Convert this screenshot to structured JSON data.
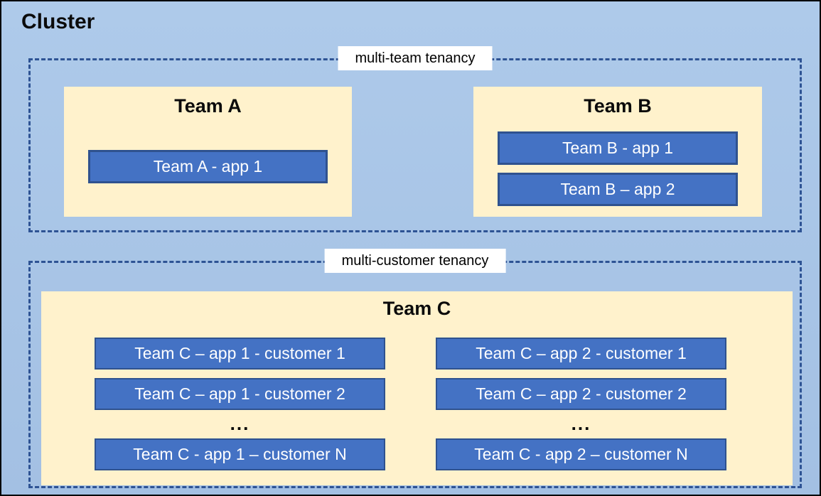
{
  "cluster": {
    "title": "Cluster"
  },
  "colors": {
    "background_top": "#AECAEA",
    "background_bottom": "#A3C0E3",
    "outer_border": "#000000",
    "dashed_border": "#2E5394",
    "team_panel_fill": "#FFF2CC",
    "app_fill": "#4472C4",
    "app_border": "#2F528F",
    "app_text": "#FFFFFF",
    "label_background": "#FFFFFF"
  },
  "multi_team": {
    "label": "multi-team tenancy",
    "team_a": {
      "title": "Team A",
      "apps": [
        "Team A - app 1"
      ]
    },
    "team_b": {
      "title": "Team B",
      "apps": [
        "Team B - app 1",
        "Team B – app 2"
      ]
    }
  },
  "multi_customer": {
    "label": "multi-customer tenancy",
    "team_c": {
      "title": "Team C",
      "ellipsis": "...",
      "app1_column": [
        "Team C – app 1 - customer 1",
        "Team C – app 1 - customer 2",
        "Team C - app 1 – customer N"
      ],
      "app2_column": [
        "Team C – app 2 - customer 1",
        "Team C – app 2 - customer 2",
        "Team C - app 2 – customer N"
      ]
    }
  }
}
